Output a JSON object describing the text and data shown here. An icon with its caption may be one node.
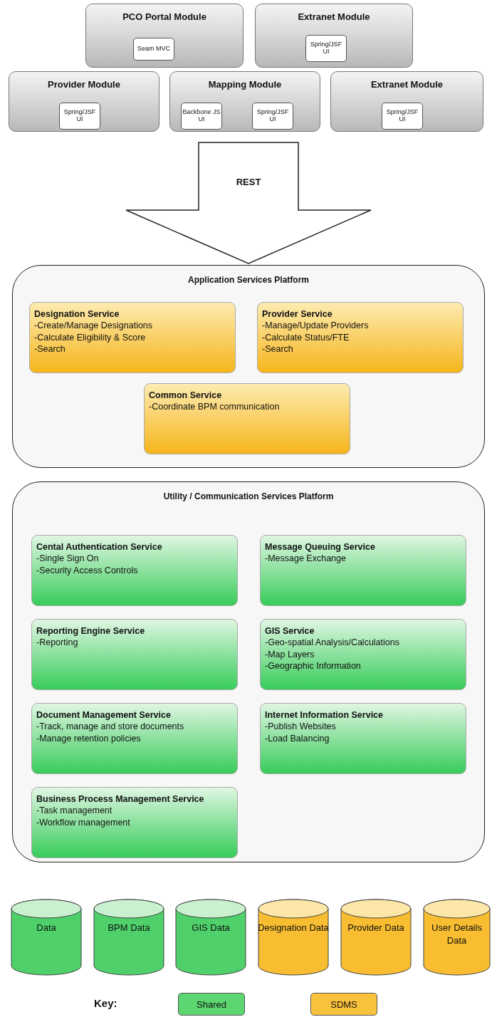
{
  "diagram": {
    "nodes": [
      {
        "text": [
          "PCO Portal Module"
        ]
      },
      {
        "text": [
          "Seam MVC"
        ],
        "in": 0
      },
      {
        "text": [
          "Extranet Module"
        ]
      },
      {
        "text": [
          "Spring/JSF UI"
        ],
        "in": 2
      },
      {
        "text": [
          "Provider Module"
        ]
      },
      {
        "text": [
          "Spring/JSF UI"
        ],
        "in": 4
      },
      {
        "text": [
          "Mapping Module"
        ]
      },
      {
        "text": [
          "Backbone JS UI"
        ],
        "in": 6
      },
      {
        "text": [
          "Spring/JSF UI"
        ],
        "in": 6
      },
      {
        "text": [
          "Extranet Module"
        ]
      },
      {
        "text": [
          "Spring/JSF UI"
        ],
        "in": 9
      },
      {
        "text": [
          "Application Services Platform"
        ]
      },
      {
        "text": [
          "Designation Service",
          "-Create/Manage Designations",
          "-Calculate Eligibility & Score",
          "-Search"
        ],
        "in": 11
      },
      {
        "text": [
          "Provider Service",
          "-Manage/Update Providers",
          "-Calculate Status/FTE",
          "-Search"
        ],
        "in": 11
      },
      {
        "text": [
          "Common Service",
          "-Coordinate BPM communication"
        ],
        "in": 11
      },
      {
        "text": [
          "Utility / Communication Services Platform"
        ]
      },
      {
        "text": [
          "Cental Authentication Service",
          "-Single Sign On",
          "-Security Access Controls"
        ],
        "in": 15
      },
      {
        "text": [
          "Message Queuing Service",
          "-Message Exchange"
        ],
        "in": 15
      },
      {
        "text": [
          "Reporting Engine Service",
          "-Reporting"
        ],
        "in": 15
      },
      {
        "text": [
          "GIS Service",
          "-Geo-spatial Analysis/Calculations",
          "-Map Layers",
          "-Geographic Information"
        ],
        "in": 15
      },
      {
        "text": [
          "Document Management Service",
          "-Track, manage and store documents",
          "-Manage retention policies"
        ],
        "in": 15
      },
      {
        "text": [
          "Internet Information Service",
          "-Publish Websites",
          "-Load Balancing"
        ],
        "in": 15
      },
      {
        "text": [
          "Business Process Management Service",
          "-Task management",
          "-Workflow management"
        ],
        "in": 15
      },
      {
        "text": [
          "Data"
        ]
      },
      {
        "text": [
          "BPM Data"
        ]
      },
      {
        "text": [
          "GIS Data"
        ]
      },
      {
        "text": [
          "Designation Data"
        ]
      },
      {
        "text": [
          "Provider Data"
        ]
      },
      {
        "text": [
          "User Details Data"
        ]
      }
    ],
    "edges": [
      {
        "from": null,
        "to": 11,
        "arrow": "to",
        "label": "REST",
        "style": "thick"
      }
    ],
    "labels": [
      "Key:"
    ],
    "legend": [
      {
        "text": "Shared",
        "color": "#5cd670"
      },
      {
        "text": "SDMS",
        "color": "#f9c23c"
      }
    ]
  }
}
